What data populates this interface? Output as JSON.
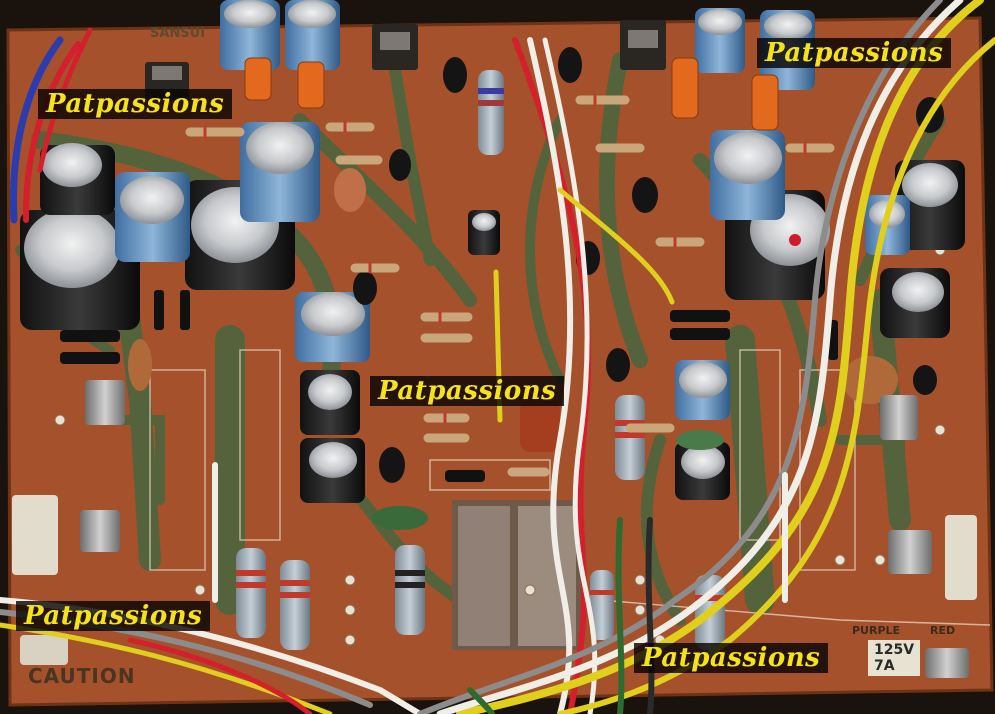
{
  "image": {
    "subject": "amplifier-circuit-board",
    "colors": {
      "board": "#a5512c",
      "trace": "#55633c",
      "background": "#1a120c",
      "watermark_text": "#f5e21b",
      "watermark_bg": "#080604"
    }
  },
  "watermarks": [
    "Patpassions",
    "Patpassions",
    "Patpassions",
    "Patpassions",
    "Patpassions"
  ],
  "silkscreen": {
    "brand": "SANSUI",
    "caution": "CAUTION",
    "fuse_rating": "125V\n7A",
    "purple": "PURPLE",
    "red": "RED"
  }
}
